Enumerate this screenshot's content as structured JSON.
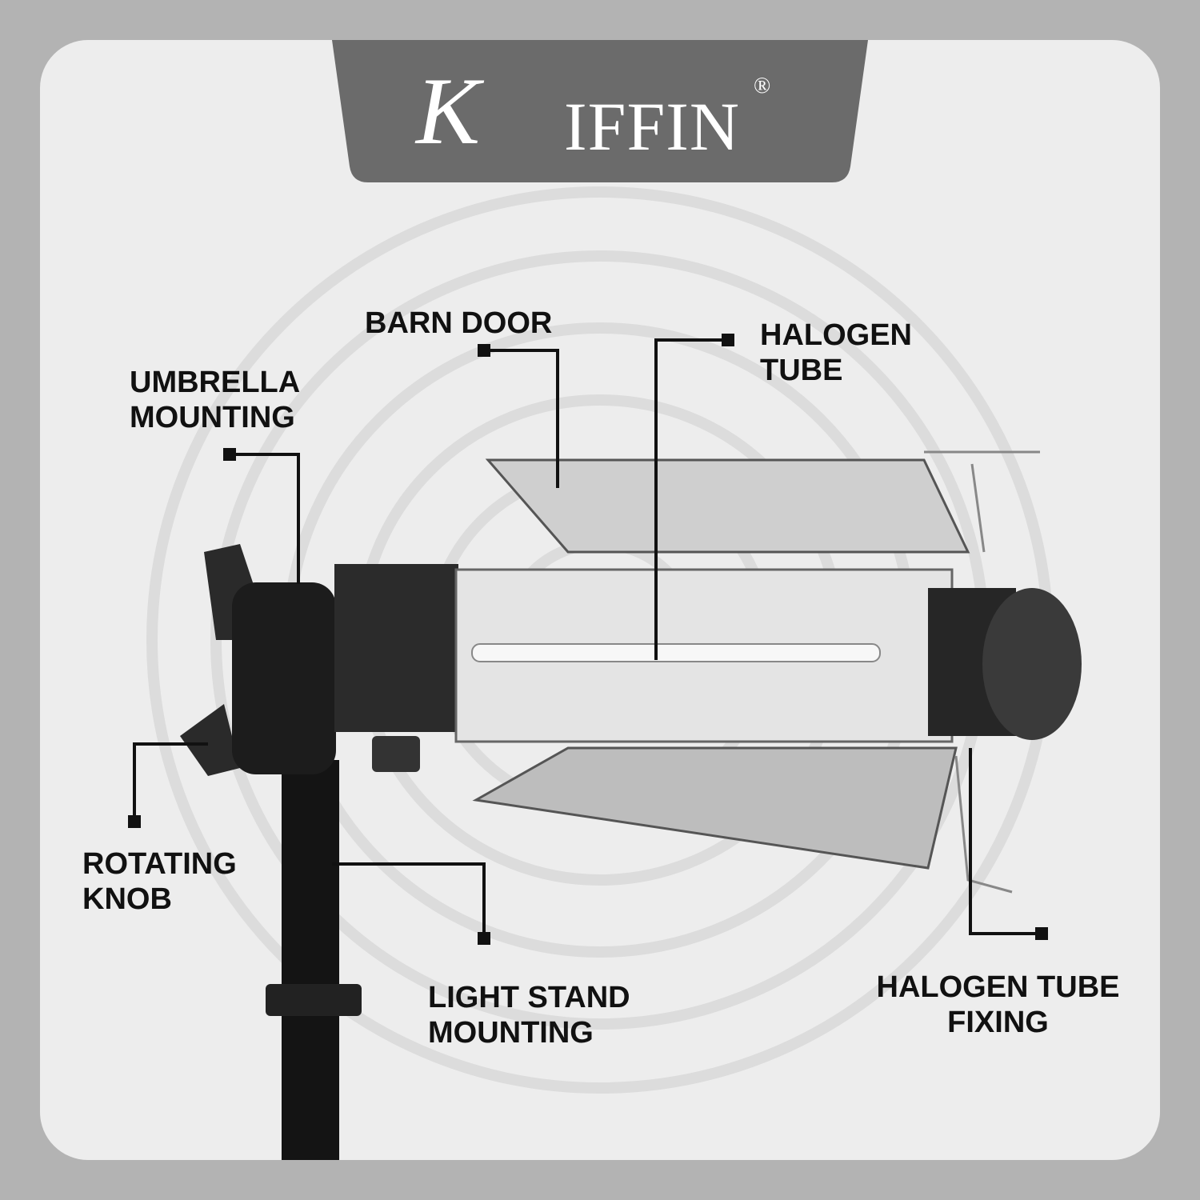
{
  "brand": {
    "name": "KIFFIN",
    "initial": "K",
    "rest": "IFFIN",
    "registered": "®"
  },
  "callouts": {
    "barn_door": "BARN DOOR",
    "halogen_tube": "HALOGEN\nTUBE",
    "umbrella_mounting": "UMBRELLA\nMOUNTING",
    "rotating_knob": "ROTATING\nKNOB",
    "light_stand_mounting": "LIGHT STAND\nMOUNTING",
    "halogen_tube_fixing": "HALOGEN TUBE\nFIXING"
  },
  "colors": {
    "background": "#b3b3b3",
    "panel": "#ededed",
    "banner": "#6b6b6b",
    "text": "#111111"
  }
}
